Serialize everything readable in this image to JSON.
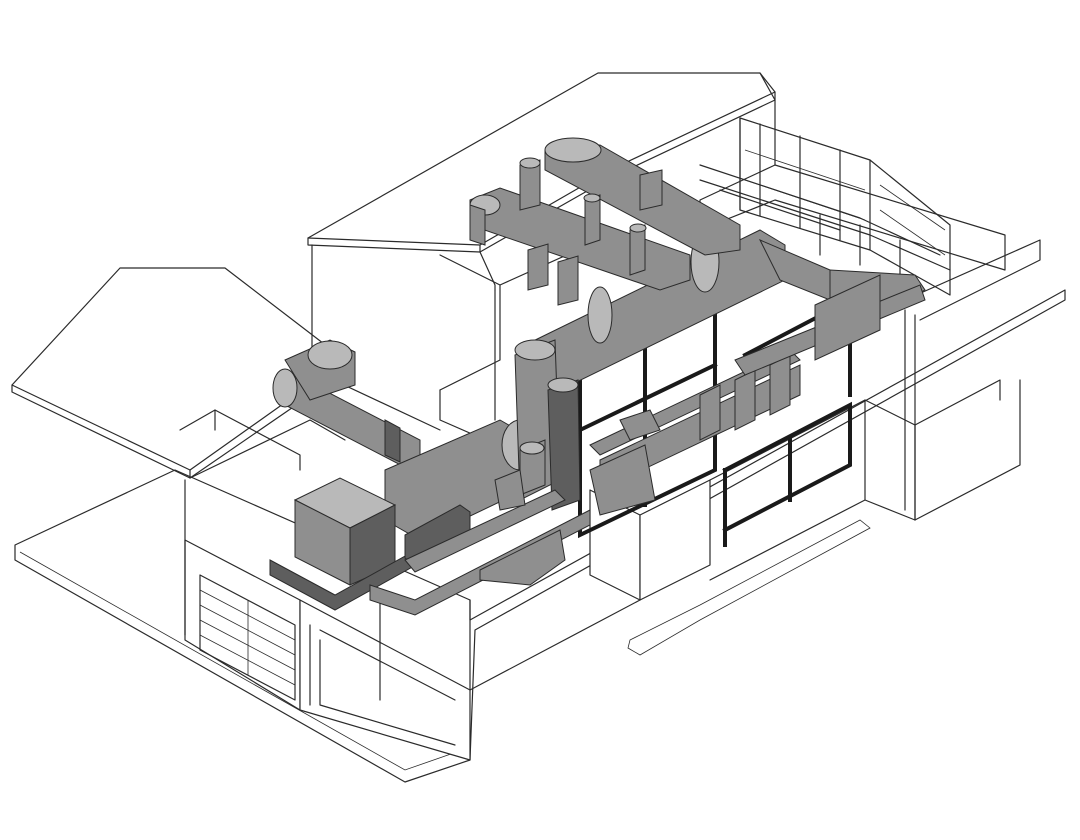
{
  "figure": {
    "type": "isometric mechanical piping layout",
    "colors": {
      "background": "#ffffff",
      "line": "#2b2b2b",
      "frame": "#1a1a1a",
      "equipment": "#8f8f8f",
      "equipment_dark": "#5e5e5e",
      "equipment_light": "#b9b9b9"
    },
    "components": [
      "building-wireframe",
      "left-roof",
      "right-roof",
      "chiller-unit",
      "exhaust-duct",
      "main-header-pipe",
      "vertical-riser",
      "riser-branch-pipes",
      "pump-manifold",
      "window-frames",
      "steel-rack"
    ]
  }
}
